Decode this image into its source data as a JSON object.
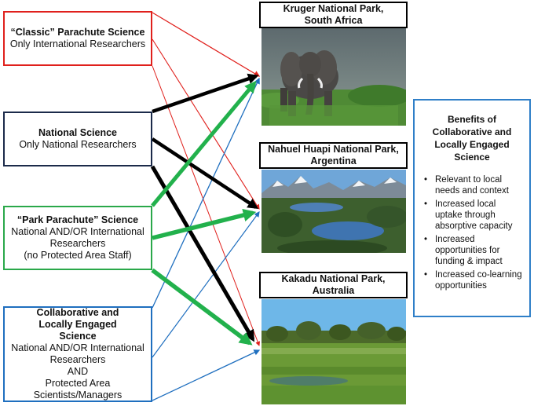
{
  "sources": {
    "classic": {
      "title": "“Classic” Parachute Science",
      "lines": [
        "Only International Researchers"
      ]
    },
    "national": {
      "title": "National Science",
      "lines": [
        "Only National Researchers"
      ]
    },
    "park": {
      "title": "“Park Parachute” Science",
      "lines": [
        "National AND/OR International",
        "Researchers",
        "(no Protected Area Staff)"
      ]
    },
    "collab": {
      "title": "Collaborative and Locally Engaged Science",
      "lines": [
        "National AND/OR International",
        "Researchers",
        "AND",
        "Protected Area",
        "Scientists/Managers"
      ]
    }
  },
  "parks": {
    "kruger": {
      "name": "Kruger National Park,",
      "country": "South Africa"
    },
    "nahuel": {
      "name": "Nahuel Huapi National Park,",
      "country": "Argentina"
    },
    "kakadu": {
      "name": "Kakadu National Park,",
      "country": "Australia"
    }
  },
  "benefits": {
    "title_lines": [
      "Benefits of",
      "Collaborative and",
      "Locally Engaged Science"
    ],
    "items": [
      "Relevant to local needs and context",
      "Increased local uptake through absorptive capacity",
      "Increased opportunities for funding & impact",
      "Increased co-learning opportunities"
    ]
  },
  "colors": {
    "classic": "#e0201c",
    "national": "#000000",
    "park": "#22b14c",
    "collab": "#1f6fbf"
  }
}
